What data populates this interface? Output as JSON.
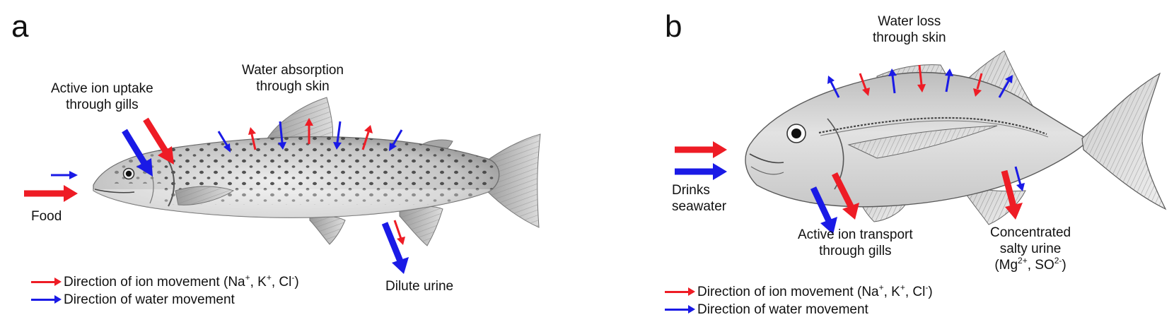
{
  "colors": {
    "ion": "#ee1c25",
    "water": "#1a1ae6"
  },
  "panel_a": {
    "letter": "a",
    "ion_uptake": [
      "Active ion uptake",
      "through gills"
    ],
    "water_absorption": [
      "Water absorption",
      "through skin"
    ],
    "food": "Food",
    "urine": "Dilute urine"
  },
  "panel_b": {
    "letter": "b",
    "water_loss": [
      "Water loss",
      "through skin"
    ],
    "drinks": [
      "Drinks",
      "seawater"
    ],
    "ion_transport": [
      "Active ion transport",
      "through gills"
    ],
    "salty_urine": [
      "Concentrated",
      "salty urine"
    ],
    "urine_ions": {
      "open": "(Mg",
      "mg_charge": "2+",
      "sep": ", SO",
      "so_charge": "2-",
      "close": ")"
    }
  },
  "legend": {
    "ion": {
      "text": "Direction of ion movement (Na",
      "na_charge": "+",
      "k": ", K",
      "k_charge": "+",
      "cl": ", Cl",
      "cl_charge": "-",
      "close": ")"
    },
    "water": "Direction of water movement"
  },
  "icons": [
    "trout-illustration",
    "trevally-illustration"
  ]
}
